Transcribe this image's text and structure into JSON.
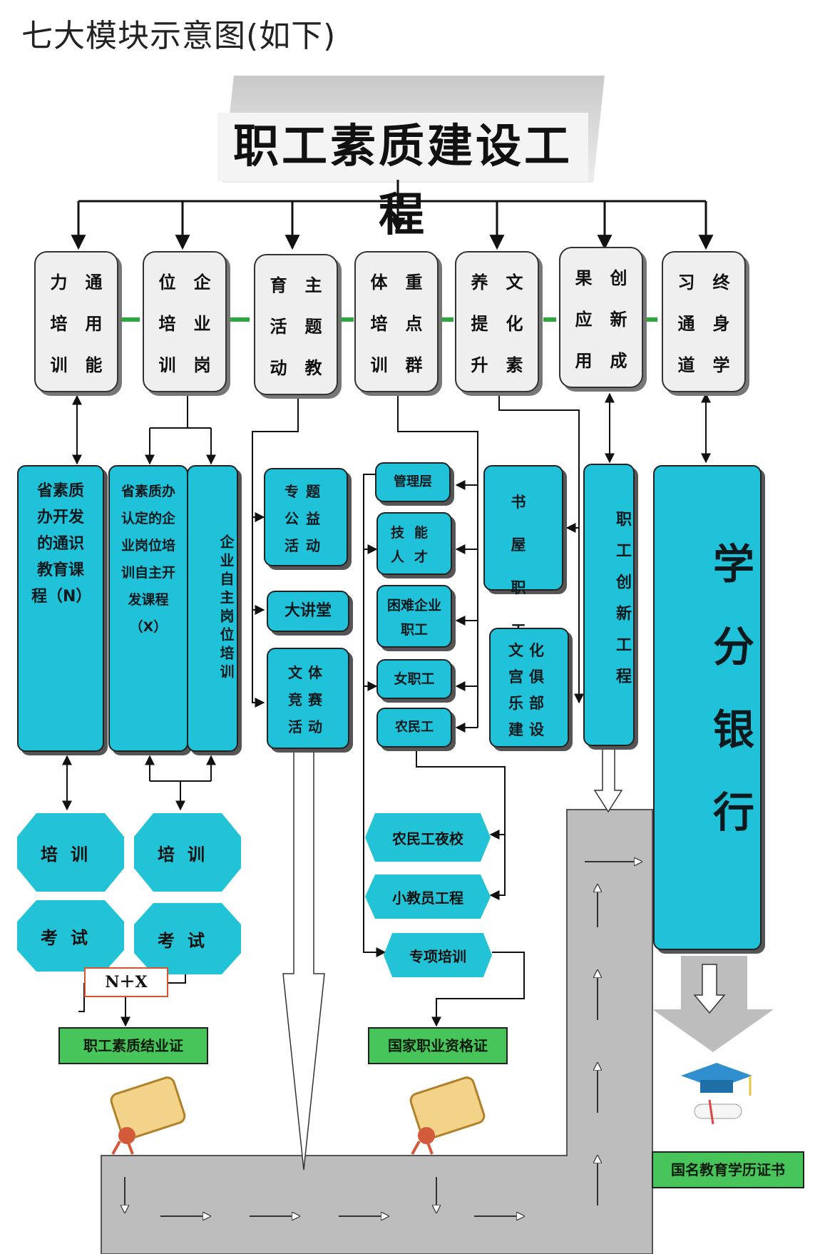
{
  "page_title": "七大模块示意图(如下)",
  "main_title": "职工素质建设工程",
  "modules": [
    {
      "chars": [
        "力",
        "通",
        "培",
        "用",
        "训",
        "能"
      ]
    },
    {
      "chars": [
        "位",
        "企",
        "培",
        "业",
        "训",
        "岗"
      ]
    },
    {
      "chars": [
        "育",
        "主",
        "活",
        "题",
        "动",
        "教"
      ]
    },
    {
      "chars": [
        "体",
        "重",
        "培",
        "点",
        "训",
        "群"
      ]
    },
    {
      "chars": [
        "养",
        "文",
        "提",
        "化",
        "升",
        "素"
      ]
    },
    {
      "chars": [
        "果",
        "创",
        "应",
        "新",
        "用",
        "成"
      ]
    },
    {
      "chars": [
        "习",
        "终",
        "通",
        "身",
        "道",
        "学"
      ]
    }
  ],
  "boxes": {
    "general_course": "省素质办开发的通识教育课程（N）",
    "post_course": "省素质办认定的企业岗位培训自主开发课程（X）",
    "self_post": "企业自主岗位培训",
    "public_welfare": "专题公益活动",
    "lecture": "大讲堂",
    "sports": "文体竞赛活动",
    "management": "管理层",
    "skilled": "技能人才",
    "poor_worker": "困难企业职工",
    "female_worker": "女职工",
    "migrant_worker": "农民工",
    "book_house": "书屋职工",
    "culture_palace": "文化宫俱乐部建设",
    "innovation": "职工创新工程",
    "credit_bank": "学分银行",
    "night_school": "农民工夜校",
    "small_teacher": "小教员工程",
    "special_training": "专项培训"
  },
  "octagons": {
    "train_1": "培训",
    "exam_1": "考试",
    "train_2": "培训",
    "exam_2": "考试"
  },
  "nx_label": "N＋X",
  "certificates": {
    "quality": "职工素质结业证",
    "vocational": "国家职业资格证",
    "diploma": "国名教育学历证书"
  },
  "colors": {
    "cyan": "#1fc2d8",
    "green": "#48c55a",
    "gray": "#bdbdbd",
    "module_fill": "#efefef"
  }
}
